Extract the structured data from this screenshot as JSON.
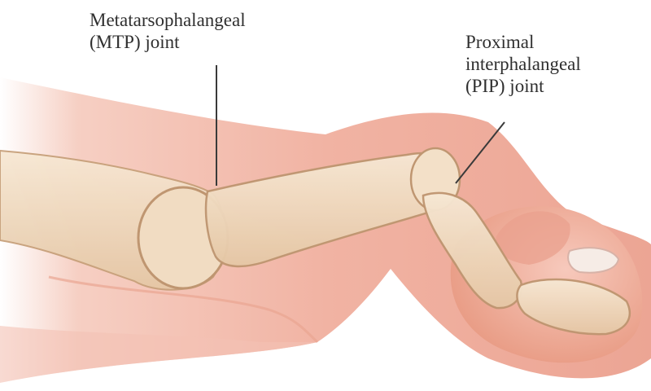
{
  "labels": {
    "mtp": {
      "lines": [
        "Metatarsophalangeal",
        "(MTP) joint"
      ]
    },
    "pip": {
      "lines": [
        "Proximal",
        "interphalangeal",
        "(PIP) joint"
      ]
    }
  },
  "colors": {
    "background": "#ffffff",
    "skin": "#f1b3a3",
    "skin_shadow": "#e4917f",
    "bone": "#f2dcc1",
    "bone_outline": "#c7a07a",
    "nail": "#f6ece6",
    "leader_line": "#3a3a3a",
    "text": "#2f2f2f"
  }
}
